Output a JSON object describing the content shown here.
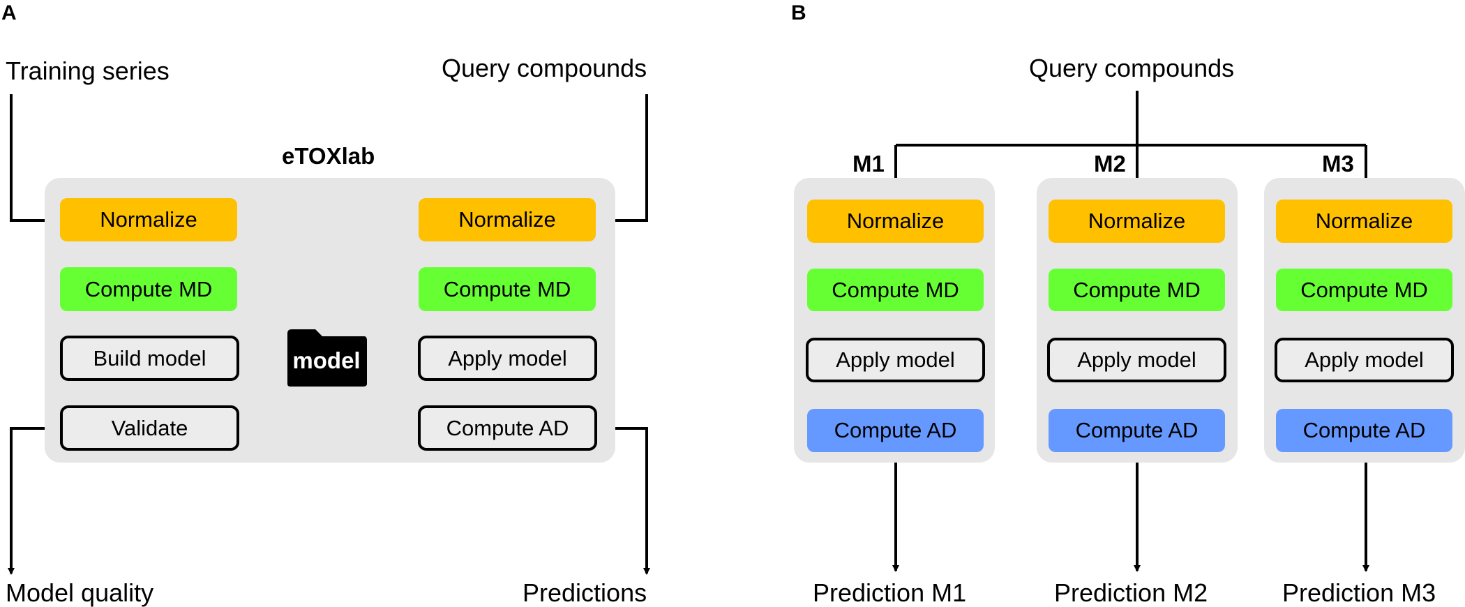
{
  "panel_a": {
    "letter": "A",
    "title": "eTOXlab",
    "inputs": {
      "training": "Training series",
      "query": "Query compounds"
    },
    "outputs": {
      "quality": "Model quality",
      "predictions": "Predictions"
    },
    "left_steps": [
      "Normalize",
      "Compute MD",
      "Build model",
      "Validate"
    ],
    "right_steps": [
      "Normalize",
      "Compute MD",
      "Apply model",
      "Compute AD"
    ],
    "model_icon_label": "model"
  },
  "panel_b": {
    "letter": "B",
    "input": "Query compounds",
    "models": [
      {
        "name": "M1",
        "steps": [
          "Normalize",
          "Compute MD",
          "Apply model",
          "Compute AD"
        ],
        "output": "Prediction M1"
      },
      {
        "name": "M2",
        "steps": [
          "Normalize",
          "Compute MD",
          "Apply model",
          "Compute AD"
        ],
        "output": "Prediction M2"
      },
      {
        "name": "M3",
        "steps": [
          "Normalize",
          "Compute MD",
          "Apply model",
          "Compute AD"
        ],
        "output": "Prediction M3"
      }
    ]
  },
  "colors": {
    "normalize": "#ffc000",
    "compute_md": "#66ff33",
    "compute_ad": "#6699ff",
    "group_background": "#e6e6e6",
    "arrow": "#000000"
  }
}
